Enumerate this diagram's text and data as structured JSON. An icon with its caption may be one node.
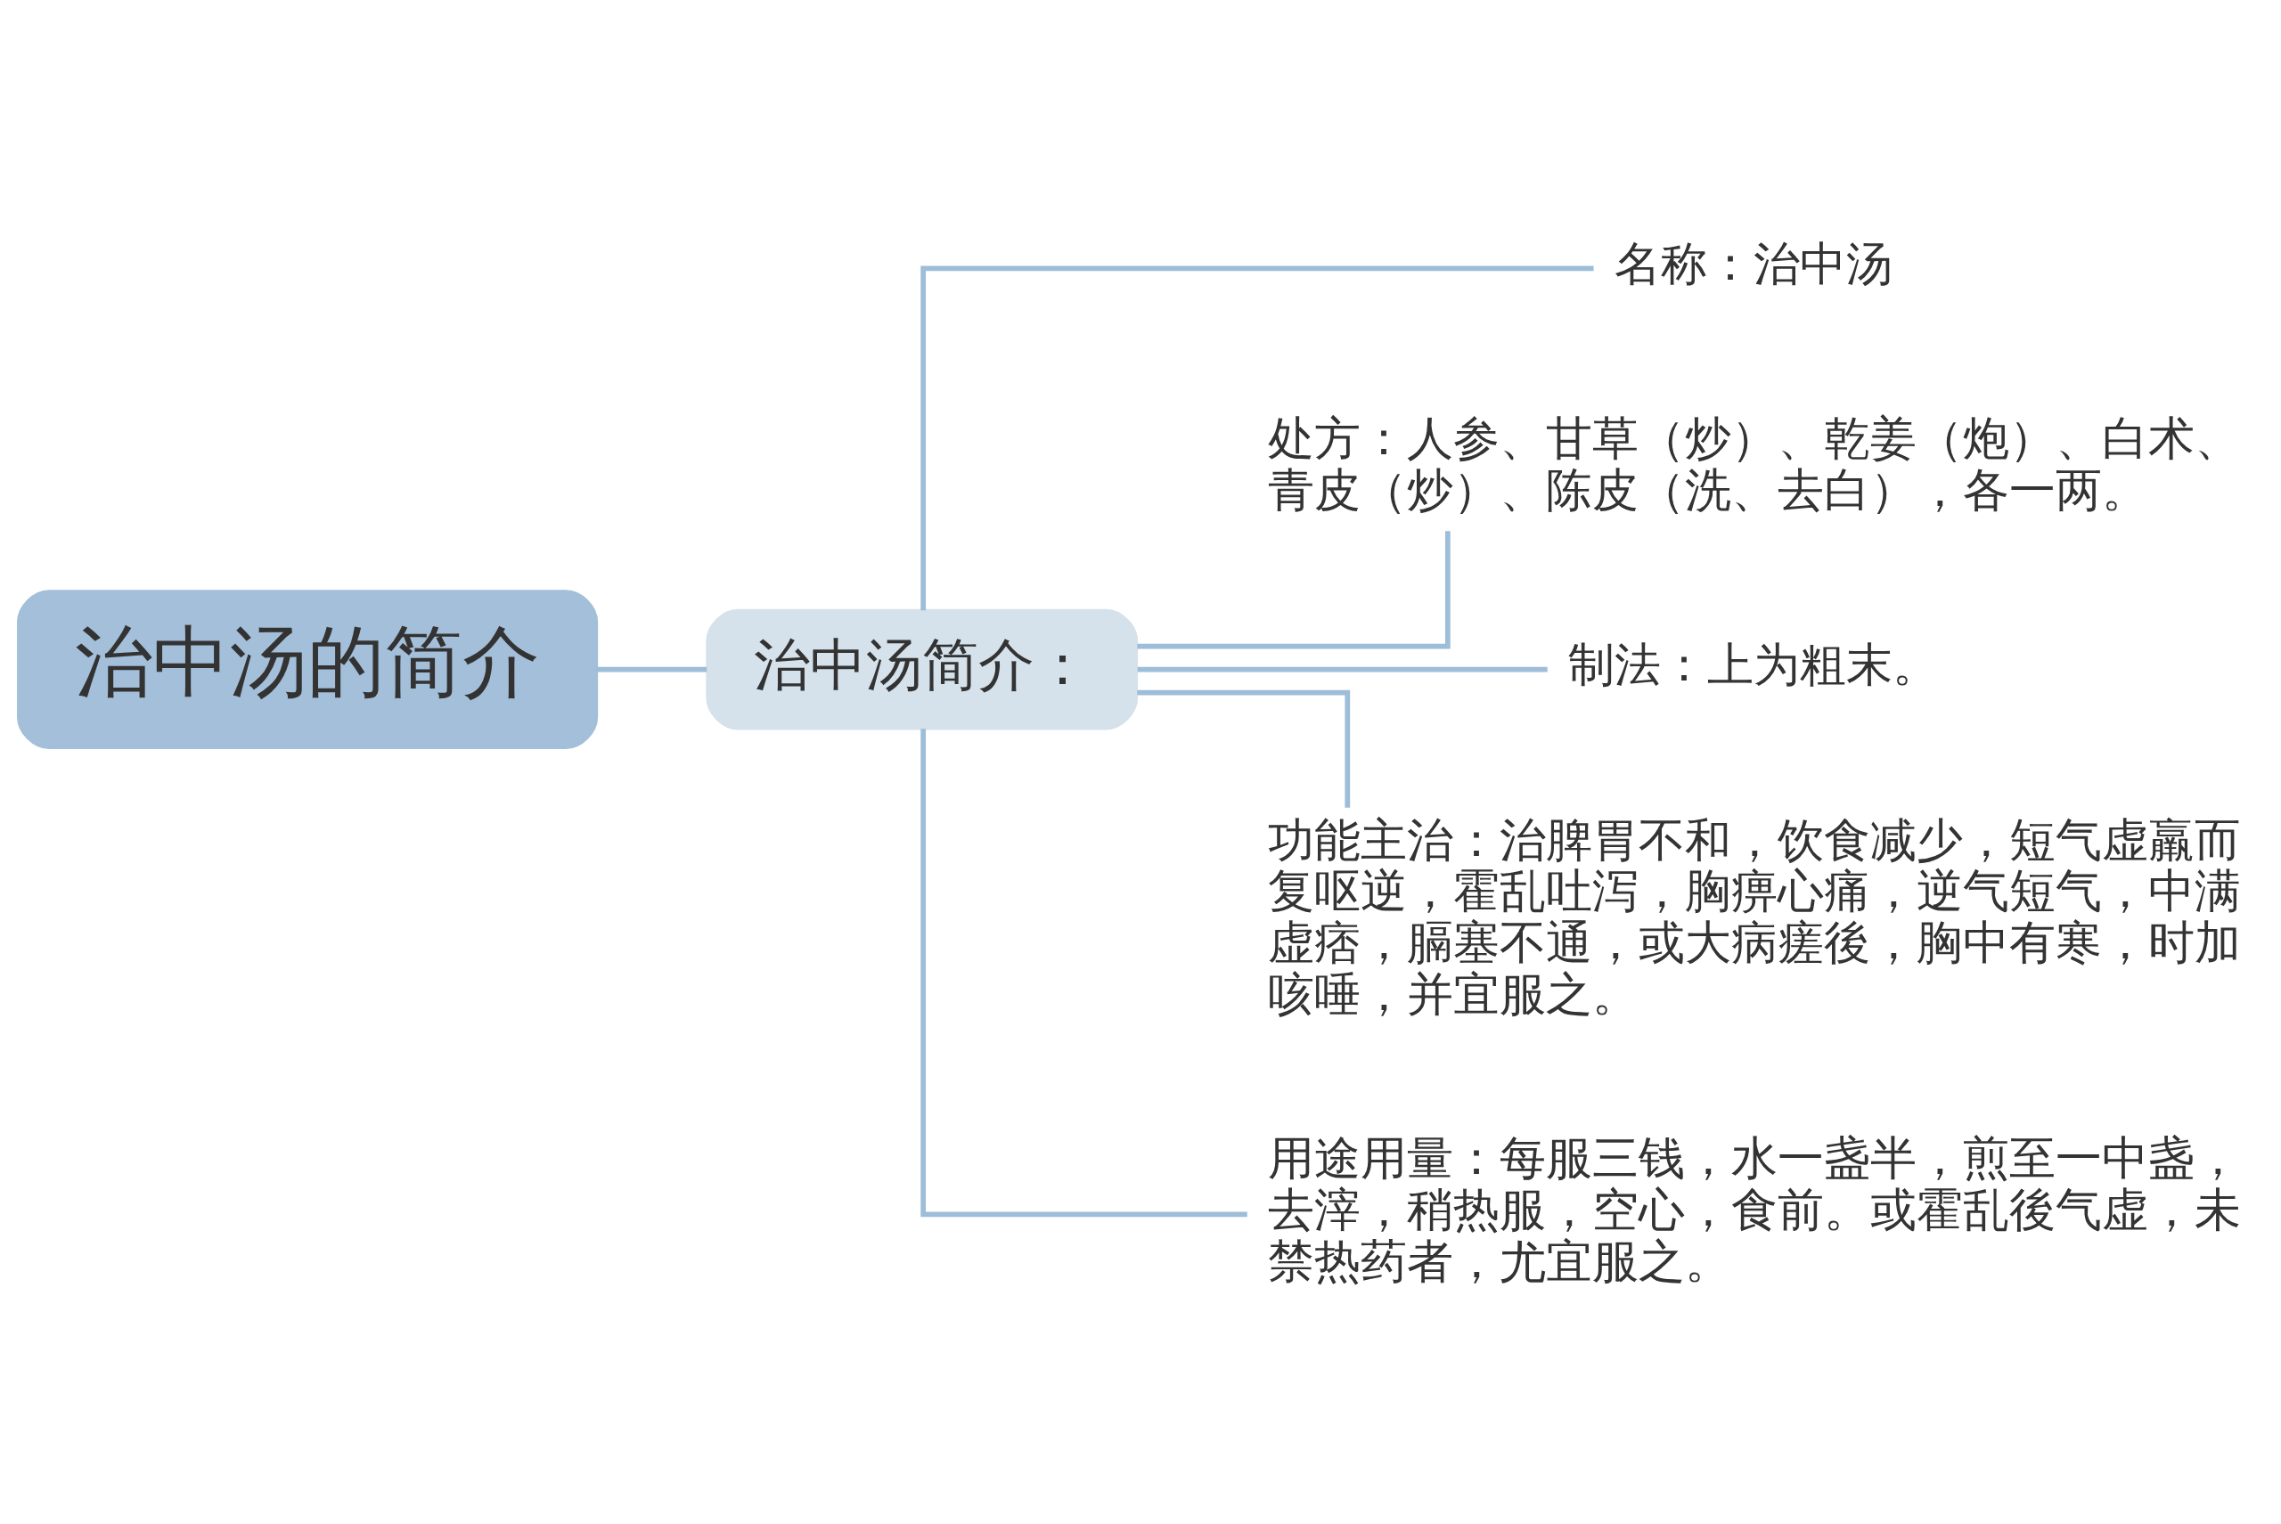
{
  "diagram": {
    "nodes": [
      {
        "text": [
          "治中汤的简介"
        ]
      },
      {
        "text": [
          "治中汤简介："
        ]
      },
      {
        "text": [
          "名称：治中汤"
        ]
      },
      {
        "text": [
          "处方：人参、甘草（炒）、乾姜（炮）、白术、青皮（炒）、陈皮（洗、去白），各一两。"
        ]
      },
      {
        "text": [
          "制法：上为粗末。"
        ]
      },
      {
        "text": [
          "功能主治：治脾胃不和，饮食减少，短气虚羸而复呕逆，霍乱吐泻，胸痹心痛，逆气短气，中满虚痞，膈塞不通，或大病瘥後，胸中有寒，时加咳唾，并宜服之。"
        ]
      },
      {
        "text": [
          "用途用量：每服三钱，水一盏半，煎至一中盏，去滓，稍热服，空心，食前。或霍乱後气虚，未禁热药者，尤宜服之。"
        ]
      }
    ],
    "edges": [
      {
        "from": 0,
        "to": 1,
        "arrow": "none"
      },
      {
        "from": 1,
        "to": 2,
        "arrow": "none"
      },
      {
        "from": 1,
        "to": 3,
        "arrow": "none"
      },
      {
        "from": 1,
        "to": 4,
        "arrow": "none"
      },
      {
        "from": 1,
        "to": 5,
        "arrow": "none"
      },
      {
        "from": 1,
        "to": 6,
        "arrow": "none"
      }
    ]
  }
}
